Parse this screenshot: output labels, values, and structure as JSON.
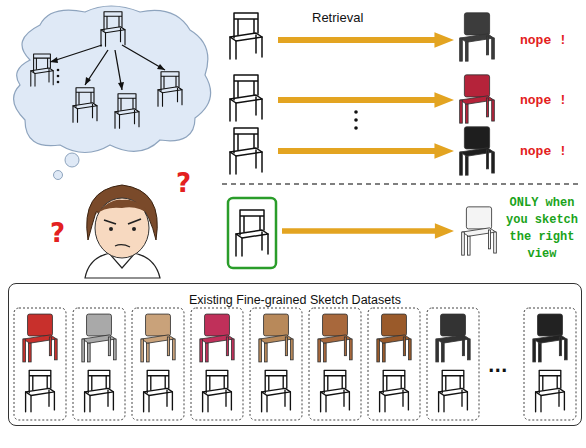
{
  "diagram": {
    "nodes": [
      {
        "text": [
          "Existing Fine-grained Sketch Datasets"
        ]
      }
    ],
    "labels": [
      "Retrieval",
      "nope !",
      "nope !",
      "nope !",
      "ONLY when you sketch the right view",
      "?",
      "?",
      "..."
    ]
  }
}
